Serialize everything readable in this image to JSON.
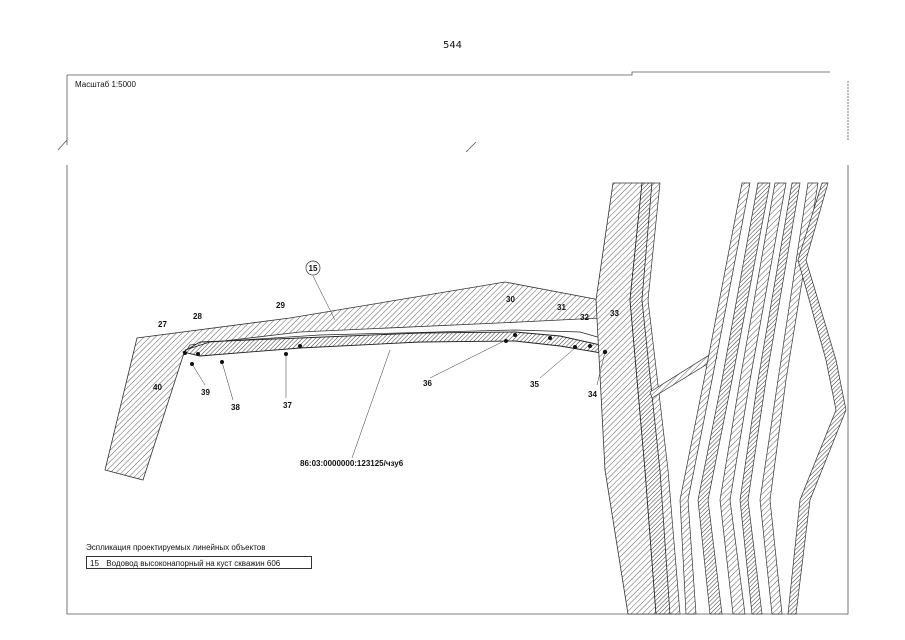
{
  "page_number": "544",
  "scale_label": "Масштаб 1:5000",
  "object_marker": "15",
  "cadastral_label": "86:03:0000000:123125/чзу6",
  "points": [
    {
      "id": "p27",
      "label": "27"
    },
    {
      "id": "p28",
      "label": "28"
    },
    {
      "id": "p29",
      "label": "29"
    },
    {
      "id": "p30",
      "label": "30"
    },
    {
      "id": "p31",
      "label": "31"
    },
    {
      "id": "p32",
      "label": "32"
    },
    {
      "id": "p33",
      "label": "33"
    },
    {
      "id": "p34",
      "label": "34"
    },
    {
      "id": "p35",
      "label": "35"
    },
    {
      "id": "p36",
      "label": "36"
    },
    {
      "id": "p37",
      "label": "37"
    },
    {
      "id": "p38",
      "label": "38"
    },
    {
      "id": "p39",
      "label": "39"
    },
    {
      "id": "p40",
      "label": "40"
    }
  ],
  "legend": {
    "title": "Эспликация проектируемых линейных объектов",
    "items": [
      {
        "number": "15",
        "text": "Водовод высоконапорный на куст скважин 606"
      }
    ]
  }
}
